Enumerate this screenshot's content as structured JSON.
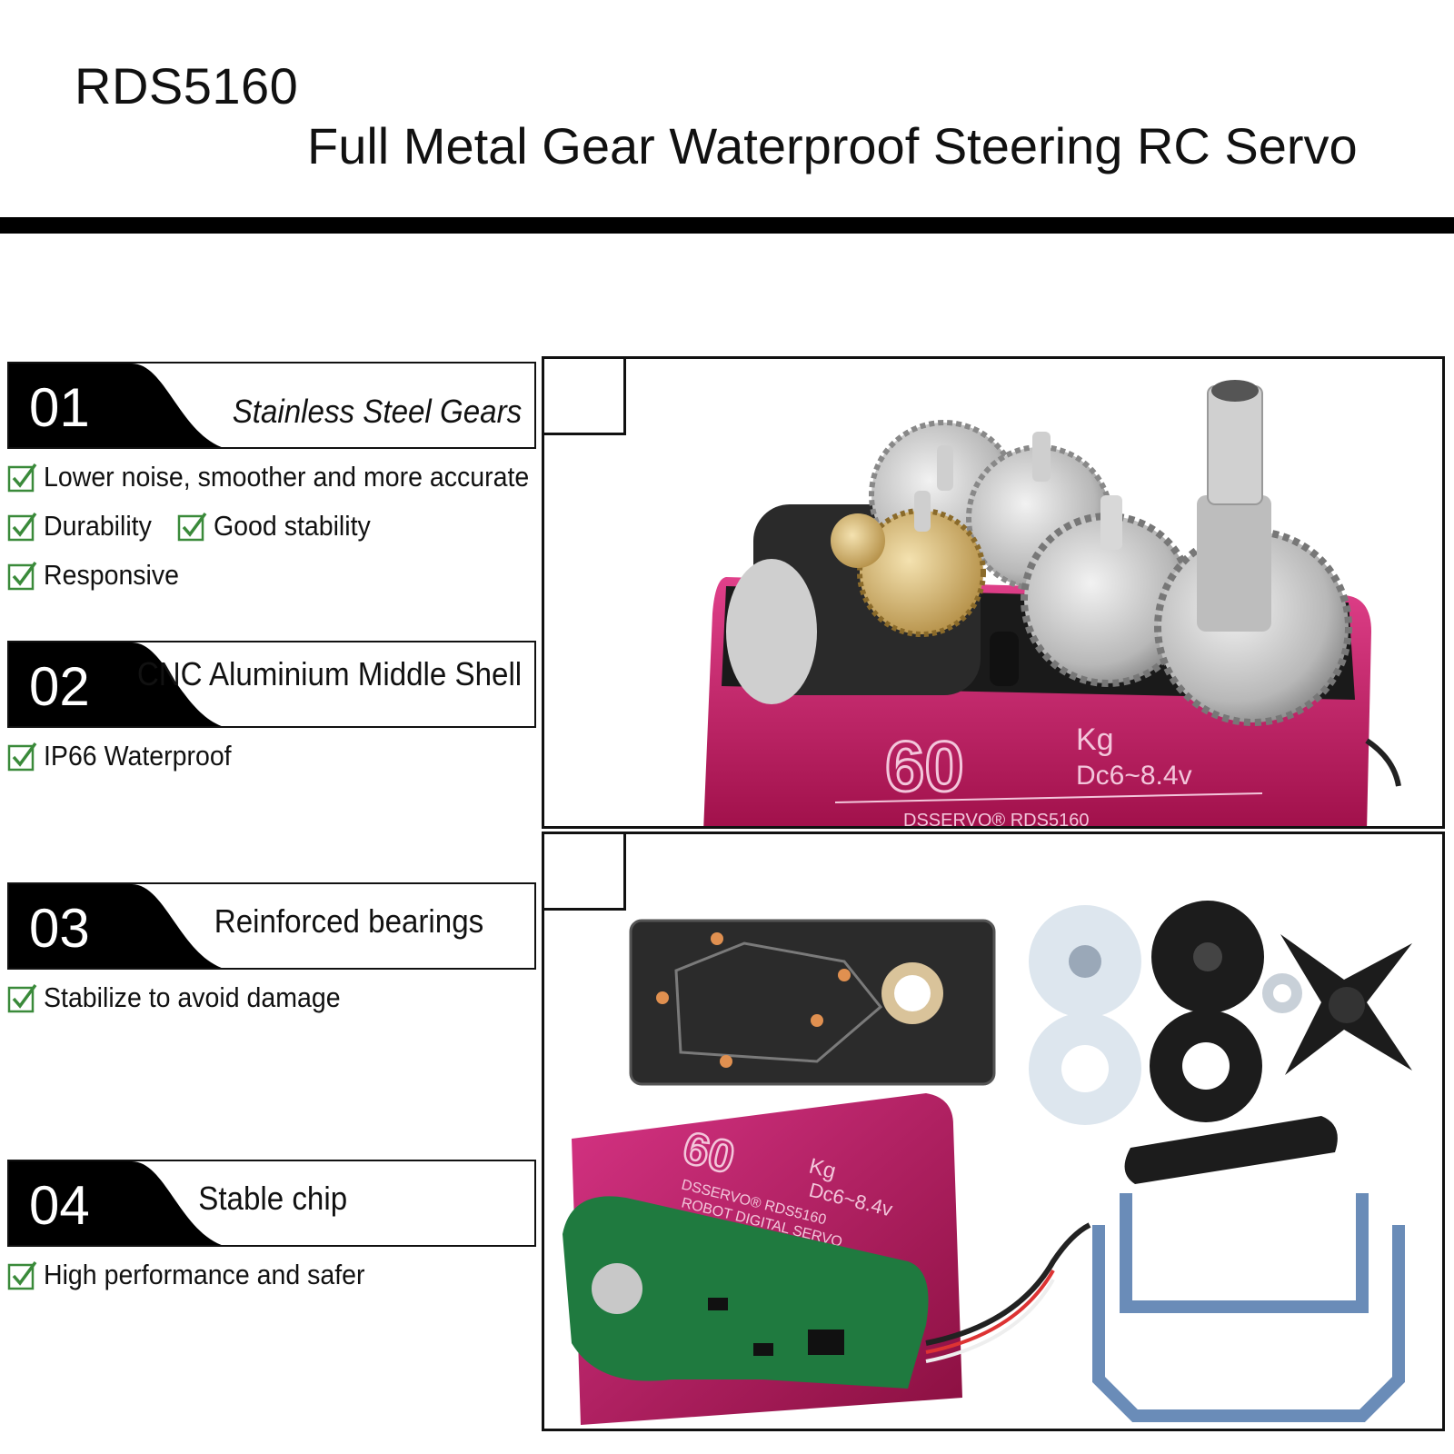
{
  "header": {
    "model": "RDS5160",
    "subtitle": "Full Metal Gear Waterproof Steering RC Servo"
  },
  "features": [
    {
      "number": "01",
      "title": "Stainless Steel Gears",
      "checks": [
        [
          "Lower noise, smoother and more accurate"
        ],
        [
          "Durability",
          "Good stability"
        ],
        [
          "Responsive"
        ]
      ]
    },
    {
      "number": "02",
      "title": "CNC Aluminium Middle Shell",
      "checks": [
        [
          "IP66 Waterproof"
        ]
      ]
    },
    {
      "number": "03",
      "title": "Reinforced bearings",
      "checks": [
        [
          "Stabilize to avoid damage"
        ]
      ]
    },
    {
      "number": "04",
      "title": "Stable chip",
      "checks": [
        [
          "High performance and safer"
        ]
      ]
    }
  ],
  "photo_top": {
    "torque": "60",
    "unit": "Kg",
    "voltage": "Dc6~8.4v",
    "brand_line": "DSSERVO® RDS5160"
  },
  "photo_bottom": {
    "torque": "60",
    "unit": "Kg",
    "voltage": "Dc6~8.4v",
    "brand_line": "DSSERVO® RDS5160",
    "product_line": "ROBOT DIGITAL SERVO"
  },
  "colors": {
    "check_green": "#3a8a3a",
    "shell_pink": "#c2185b",
    "pcb_green": "#1f7a3f"
  }
}
